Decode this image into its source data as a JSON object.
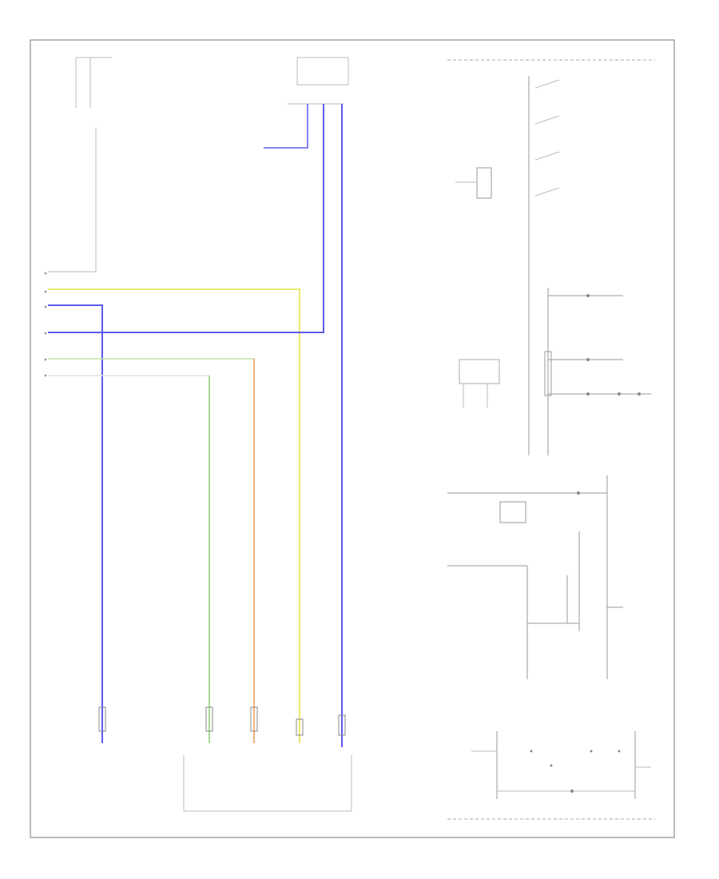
{
  "colors": {
    "blue": "#5050f0",
    "yellow": "#e8e870",
    "green": "#90d070",
    "orange": "#f0a060",
    "white": "#f4f4f4",
    "frame": "#777777"
  },
  "left_wires": [
    {
      "id": "white",
      "color": "white"
    },
    {
      "id": "yellow",
      "color": "yellow"
    },
    {
      "id": "blue_left",
      "color": "blue"
    },
    {
      "id": "blue_mid",
      "color": "blue"
    },
    {
      "id": "green",
      "color": "green"
    },
    {
      "id": "white_lower",
      "color": "white"
    }
  ],
  "icons": [
    "resistor-icon",
    "ground-icon",
    "switch-icon",
    "connector-icon"
  ]
}
